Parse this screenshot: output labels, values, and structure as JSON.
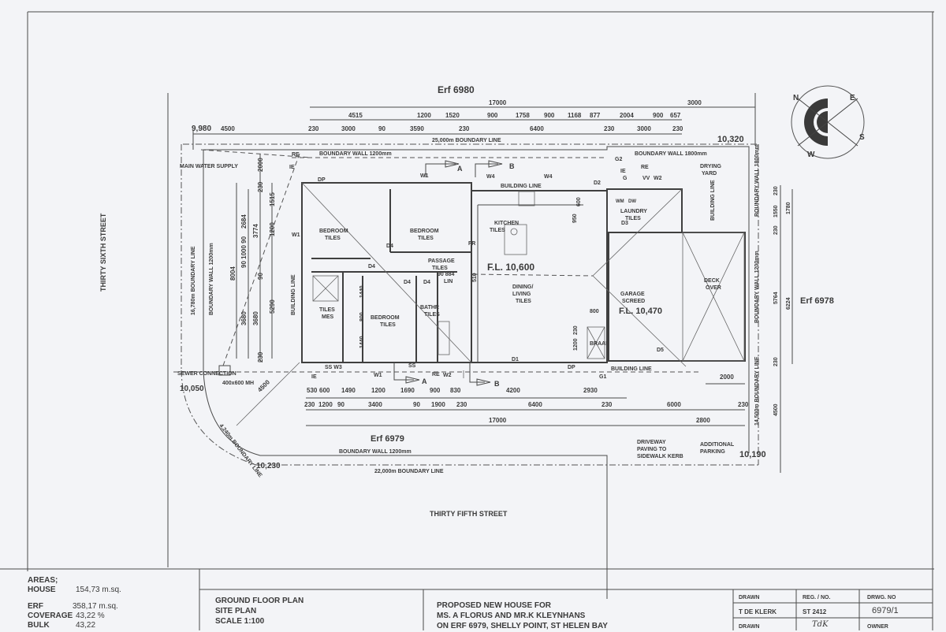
{
  "erf": {
    "top": "Erf 6980",
    "bottom": "Erf 6979",
    "right": "Erf 6978"
  },
  "streets": {
    "left": "THIRTY SIXTH STREET",
    "bottom": "THIRTY FIFTH STREET"
  },
  "boundaries": {
    "top_line": "25,000m BOUNDARY LINE",
    "top_wall_left": "BOUNDARY WALL 1200mm",
    "top_wall_right": "BOUNDARY WALL 1800mm",
    "left_line": "16,780m BOUNDARY LINE",
    "left_wall": "BOUNDARY WALL 1200mm",
    "corner_line": "4,240m BOUNDARY LINE",
    "bottom_wall": "BOUNDARY WALL 1200mm",
    "bottom_line": "22,000m BOUNDARY LINE",
    "right_wall": "BOUNDARY WALL 1200mm",
    "right_line": "14,500m BOUNDARY LINE",
    "building_line": "BUILDING LINE"
  },
  "levels": {
    "top_left": "9,980",
    "top_right": "10,320",
    "sewer": "10,050",
    "bottom_left": "10,230",
    "bottom_right": "10,190",
    "house_fl": "F.L. 10,600",
    "garage_fl": "F.L. 10,470"
  },
  "services": {
    "water": "MAIN WATER SUPPLY",
    "sewer": "SEWER CONNECTION",
    "manhole": "400x600 MH"
  },
  "rooms": {
    "bedroom1": [
      "BEDROOM",
      "TILES"
    ],
    "bedroom2": [
      "BEDROOM",
      "TILES"
    ],
    "bedroom3": [
      "BEDROOM",
      "TILES"
    ],
    "passage": [
      "PASSAGE",
      "TILES"
    ],
    "mes": [
      "TILES",
      "MES"
    ],
    "bath": [
      "BATHR",
      "TILES"
    ],
    "lin": "LIN",
    "kitchen": [
      "KITCHEN",
      "TILES"
    ],
    "dining": [
      "DINING/",
      "LIVING",
      "TILES"
    ],
    "laundry": [
      "LAUNDRY",
      "TILES"
    ],
    "garage": [
      "GARAGE",
      "SCREED"
    ],
    "deck": [
      "DECK",
      "OVER"
    ],
    "drying": [
      "DRYING",
      "YARD"
    ],
    "braai": "BRAAI",
    "fr": "FR",
    "driveway": [
      "DRIVEWAY",
      "PAVING TO",
      "SIDEWALK KERB"
    ],
    "parking": [
      "ADDITIONAL",
      "PARKING"
    ]
  },
  "marks": {
    "a": "A",
    "b": "B",
    "w1": "W1",
    "w2": "W2",
    "w3": "SS W3",
    "w4": "W4",
    "d1": "D1",
    "d2": "D2",
    "d3": "D3",
    "d4": "D4",
    "d5": "D5",
    "g": "G",
    "g1": "G1",
    "g2": "G2",
    "re": "RE",
    "ie": "IE",
    "dp": "DP",
    "vv": "VV",
    "ss": "SS",
    "wm": "WM",
    "dw": "DW"
  },
  "dimensions": {
    "top_overall": [
      "17000",
      "3000"
    ],
    "top_chain": [
      "4515",
      "1200",
      "1520",
      "900",
      "1758",
      "900",
      "1168",
      "877",
      "2004",
      "900",
      "657"
    ],
    "top_walls": [
      "4500",
      "230",
      "3000",
      "90",
      "3590",
      "230",
      "6400",
      "230",
      "3000",
      "230"
    ],
    "bottom_chain": [
      "530",
      "600",
      "1490",
      "1200",
      "1690",
      "900",
      "830",
      "4200",
      "2930"
    ],
    "bottom_walls": [
      "230",
      "1200",
      "90",
      "3400",
      "90",
      "1900",
      "230",
      "6400",
      "230",
      "6000",
      "230"
    ],
    "bottom_overall": [
      "17000",
      "2800",
      "2000"
    ],
    "left": [
      "2000",
      "230",
      "1515",
      "2684",
      "3774",
      "1200",
      "90 1000 90",
      "90",
      "8004",
      "3680",
      "3680",
      "5290",
      "230"
    ],
    "interior": [
      "1440",
      "800",
      "1440",
      "90 884",
      "600",
      "950",
      "510",
      "800",
      "1200",
      "230",
      "4500"
    ],
    "right": [
      "230",
      "1550",
      "230",
      "1780",
      "5764",
      "6224",
      "230",
      "4500"
    ]
  },
  "compass": {
    "letters": [
      "N",
      "E",
      "S",
      "W"
    ]
  },
  "title_block": {
    "areas_label": "AREAS;",
    "house_label": "HOUSE",
    "house_value": "154,73 m.sq.",
    "erf_label": "ERF",
    "erf_value": "358,17 m.sq.",
    "coverage_label": "COVERAGE",
    "coverage_value": "43,22 %",
    "bulk_label": "BULK",
    "bulk_value": "43,22",
    "plan_lines": [
      "GROUND FLOOR PLAN",
      "SITE PLAN",
      "SCALE 1:100"
    ],
    "project_lines": [
      "PROPOSED NEW HOUSE FOR",
      "MS. A FLORUS AND MR.K KLEYNHANS",
      "ON ERF 6979, SHELLY POINT, ST HELEN BAY"
    ],
    "drawn_label": "DRAWN",
    "drawn_value": "T DE KLERK",
    "reg_label": "REG. / NO.",
    "reg_value": "ST 2412",
    "drwg_label": "DRWG. NO",
    "drwg_value": "6979/1",
    "drawn2_label": "DRAWN",
    "signature": "TdK",
    "owner_label": "OWNER"
  }
}
